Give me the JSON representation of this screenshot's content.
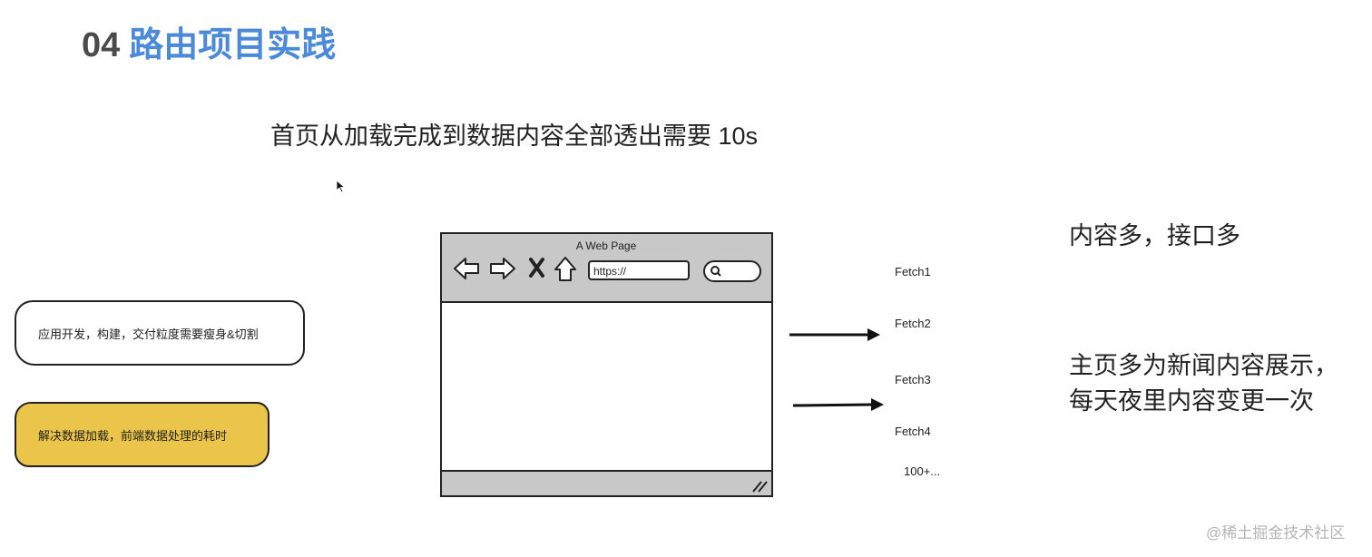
{
  "slide": {
    "number": "04",
    "title": "路由项目实践",
    "subtitle": "首页从加载完成到数据内容全部透出需要 10s"
  },
  "cards": [
    {
      "text": "应用开发，构建，交付粒度需要瘦身&切割",
      "color": "#ffffff"
    },
    {
      "text": "解决数据加载，前端数据处理的耗时",
      "color": "#ebc549"
    }
  ],
  "browser": {
    "title": "A Web Page",
    "address": "https://"
  },
  "fetches": [
    "Fetch1",
    "Fetch2",
    "Fetch3",
    "Fetch4",
    "100+..."
  ],
  "notes": {
    "top": "内容多，接口多",
    "bottom_line1": "主页多为新闻内容展示，",
    "bottom_line2": "每天夜里内容变更一次"
  },
  "watermark": "@稀土掘金技术社区",
  "colors": {
    "title_blue": "#4a8ad9",
    "card_yellow": "#ebc549",
    "browser_gray": "#c8c8c8"
  }
}
